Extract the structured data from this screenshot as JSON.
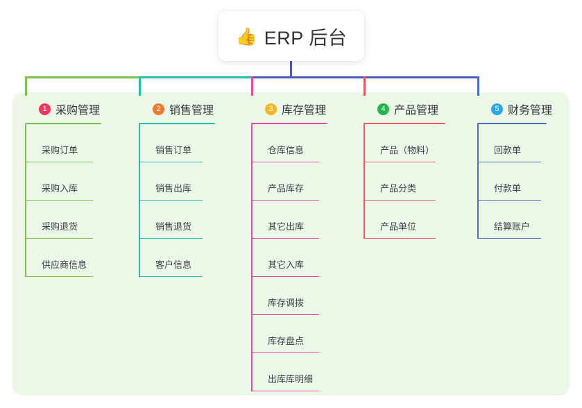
{
  "title": {
    "emoji": "👍",
    "emoji_name": "thumbs-up-icon",
    "text": "ERP 后台"
  },
  "theme": {
    "panel_bg": "#edf7e8",
    "card_bg": "#ffffff",
    "text": "#2f3338",
    "item_text": "#3a3f45",
    "trunk": "#4a58c4"
  },
  "columns": [
    {
      "number": "1",
      "title": "采购管理",
      "badge_color": "#f5335b",
      "line_color": "#7cc04a",
      "items": [
        "采购订单",
        "采购入库",
        "采购退货",
        "供应商信息"
      ]
    },
    {
      "number": "2",
      "title": "销售管理",
      "badge_color": "#f07b2d",
      "line_color": "#1ec0ad",
      "items": [
        "销售订单",
        "销售出库",
        "销售退货",
        "客户信息"
      ]
    },
    {
      "number": "3",
      "title": "库存管理",
      "badge_color": "#f5b820",
      "line_color": "#e84aa0",
      "items": [
        "仓库信息",
        "产品库存",
        "其它出库",
        "其它入库",
        "库存调拨",
        "库存盘点",
        "出库库明细"
      ]
    },
    {
      "number": "4",
      "title": "产品管理",
      "badge_color": "#24b24c",
      "line_color": "#f0595c",
      "items": [
        "产品（物料）",
        "产品分类",
        "产品单位"
      ]
    },
    {
      "number": "5",
      "title": "财务管理",
      "badge_color": "#29a7e8",
      "line_color": "#4a6fc4",
      "items": [
        "回款单",
        "付款单",
        "结算账户"
      ]
    }
  ]
}
